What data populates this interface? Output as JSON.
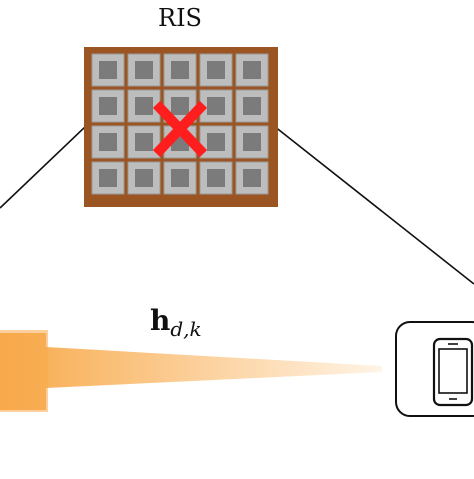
{
  "ris": {
    "label": "RIS",
    "rows": 4,
    "cols": 5,
    "blocked_element": "x-mark-icon"
  },
  "channel": {
    "symbol": "h",
    "subscript": "d,k"
  },
  "colors": {
    "frame": "#9b5523",
    "tile": "#bdbdbd",
    "tile_inner": "#7b7b7b",
    "cross": "#ff1e1e",
    "arrow": "#fbb968",
    "line": "#111111"
  },
  "icons": {
    "device": "smartphone-icon",
    "arrow": "arrow-left-icon",
    "blocked": "x-mark-icon"
  }
}
